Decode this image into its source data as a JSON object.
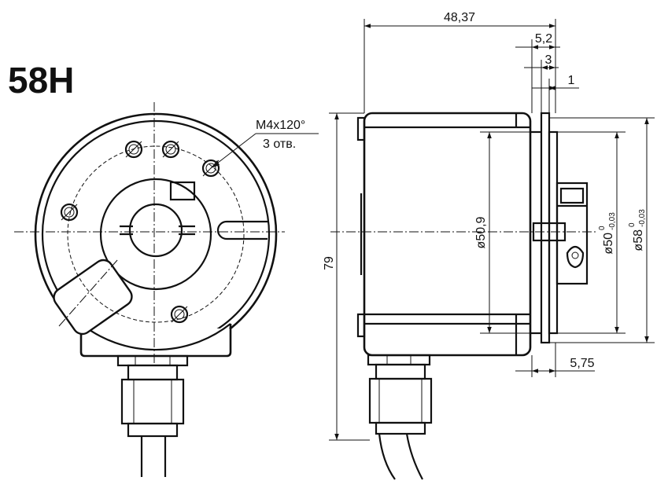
{
  "title": "58H",
  "front_view": {
    "thread_callout": "M4x120°",
    "holes_count": "3 отв."
  },
  "side_view": {
    "overall_length": "48,37",
    "dim_5_2": "5,2",
    "dim_3": "3",
    "dim_1": "1",
    "dim_5_75": "5,75",
    "height": "79",
    "dia_inner": "ø50,9",
    "dia_mid": "ø50",
    "dia_mid_tol_upper": "0",
    "dia_mid_tol_lower": "-0,03",
    "dia_outer": "ø58",
    "dia_outer_tol_upper": "0",
    "dia_outer_tol_lower": "-0,03"
  }
}
